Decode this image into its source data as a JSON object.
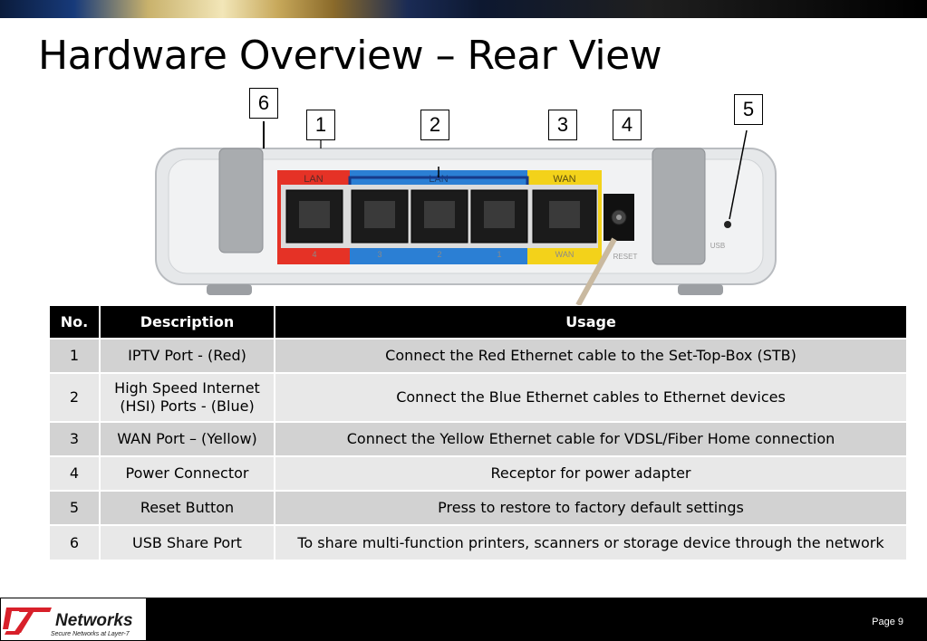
{
  "slide": {
    "title": "Hardware Overview – Rear View",
    "page_label": "Page 9"
  },
  "router": {
    "port_labels": [
      "LAN",
      "LAN",
      "WAN"
    ],
    "port_numbers": [
      "4",
      "3",
      "2",
      "1",
      "WAN"
    ],
    "reset_label": "RESET",
    "usb_label": "USB",
    "colors": {
      "red": "#e53226",
      "blue": "#2b7fd4",
      "yellow": "#f3d21a",
      "body": "#e6e8ea"
    }
  },
  "callouts": [
    "1",
    "2",
    "3",
    "4",
    "5",
    "6"
  ],
  "table": {
    "headers": [
      "No.",
      "Description",
      "Usage"
    ],
    "rows": [
      {
        "no": "1",
        "description": "IPTV Port - (Red)",
        "usage": "Connect the Red Ethernet cable to the Set-Top-Box (STB)"
      },
      {
        "no": "2",
        "description": "High Speed Internet (HSI) Ports - (Blue)",
        "usage": "Connect the Blue Ethernet cables to Ethernet devices"
      },
      {
        "no": "3",
        "description": "WAN Port – (Yellow)",
        "usage": "Connect the Yellow Ethernet cable for VDSL/Fiber Home connection"
      },
      {
        "no": "4",
        "description": "Power Connector",
        "usage": "Receptor for power adapter"
      },
      {
        "no": "5",
        "description": "Reset Button",
        "usage": "Press to restore to factory default settings"
      },
      {
        "no": "6",
        "description": "USB Share Port",
        "usage": "To share multi-function printers, scanners or storage device through the network"
      }
    ]
  },
  "logo": {
    "brand": "Networks",
    "tagline": "Secure Networks at Layer-7"
  }
}
